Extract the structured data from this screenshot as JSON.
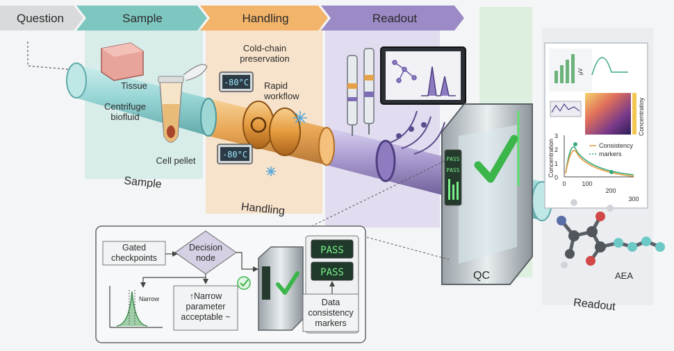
{
  "stages": [
    {
      "label": "Question",
      "color": "#d8dadb",
      "text": "#222222"
    },
    {
      "label": "Sample",
      "color": "#7ec7c0",
      "text": "#1f3a38"
    },
    {
      "label": "Handling",
      "color": "#f2b46a",
      "text": "#3d2a10"
    },
    {
      "label": "Readout",
      "color": "#9b8ac6",
      "text": "#221b3a"
    }
  ],
  "sample": {
    "tissue": "Tissue",
    "biofluid_line1": "Centrifuge",
    "biofluid_line2": "biofluid",
    "pellet": "Cell pellet",
    "zone_label": "Sample"
  },
  "handling": {
    "coldchain_line1": "Cold-chain",
    "coldchain_line2": "preservation",
    "rapid_line1": "Rapid",
    "rapid_line2": "workflow",
    "temp_top": "-80°C",
    "temp_bottom": "-80°C",
    "zone_label": "Handling"
  },
  "qc": {
    "gate_pass_1": "PASS",
    "gate_pass_2": "PASS",
    "zone_label": "QC"
  },
  "readout": {
    "zone_label": "Readout",
    "molecule": "AEA",
    "chart": {
      "xticks": [
        "0",
        "100",
        "200",
        "300"
      ],
      "yticks": [
        "0",
        "1",
        "2",
        "3"
      ],
      "ylabel": "Concentration",
      "legend_line1": "Consistency",
      "legend_line2": "markers"
    },
    "heatmap_label": "Concentratioy",
    "mini_chart_label": "μV"
  },
  "inset": {
    "gated_line1": "Gated",
    "gated_line2": "checkpoints",
    "decision_line1": "Decision",
    "decision_line2": "node",
    "narrow_label": "Narrow",
    "param_line1": "↑Narrow",
    "param_line2": "parameter",
    "param_line3": "acceptable ~",
    "pass_1": "PASS",
    "pass_2": "PASS",
    "markers_line1": "Data",
    "markers_line2": "consistency",
    "markers_line3": "markers"
  },
  "colors": {
    "accent_green": "#3cb54a",
    "lcd_bg": "#1f3a2a",
    "lcd_text": "#7cf08a",
    "pipe": "#8fd3d3",
    "purple": "#8f7bc0",
    "orange": "#e59a3e"
  }
}
